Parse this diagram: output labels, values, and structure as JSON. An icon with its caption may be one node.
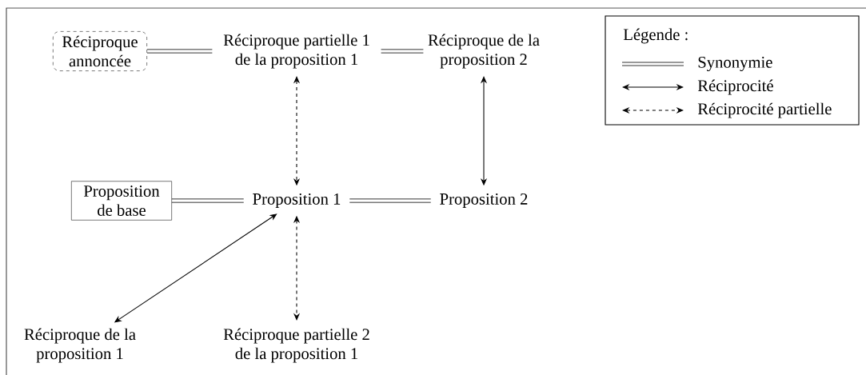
{
  "diagram": {
    "nodes": [
      {
        "text": [
          "Réciproque annoncée"
        ]
      },
      {
        "text": [
          "Réciproque partielle 1 de la proposition 1"
        ]
      },
      {
        "text": [
          "Réciproque de la proposition 2"
        ]
      },
      {
        "text": [
          "Proposition de base"
        ]
      },
      {
        "text": [
          "Proposition 1"
        ]
      },
      {
        "text": [
          "Proposition 2"
        ]
      },
      {
        "text": [
          "Réciproque de la proposition 1"
        ]
      },
      {
        "text": [
          "Réciproque partielle 2 de la proposition 1"
        ]
      }
    ],
    "edges": [
      {
        "from": 0,
        "to": 1,
        "arrow": "none"
      },
      {
        "from": 1,
        "to": 2,
        "arrow": "none"
      },
      {
        "from": 3,
        "to": 4,
        "arrow": "none"
      },
      {
        "from": 4,
        "to": 5,
        "arrow": "none"
      },
      {
        "from": 1,
        "to": 4,
        "arrow": "both",
        "style": "dashed"
      },
      {
        "from": 2,
        "to": 5,
        "arrow": "both"
      },
      {
        "from": 4,
        "to": 6,
        "arrow": "both"
      },
      {
        "from": 4,
        "to": 7,
        "arrow": "both",
        "style": "dashed"
      }
    ],
    "labels": [
      "Légende :"
    ],
    "legend": [
      {
        "text": "Synonymie"
      },
      {
        "text": "Réciprocité"
      },
      {
        "text": "Réciprocité partielle"
      }
    ]
  }
}
